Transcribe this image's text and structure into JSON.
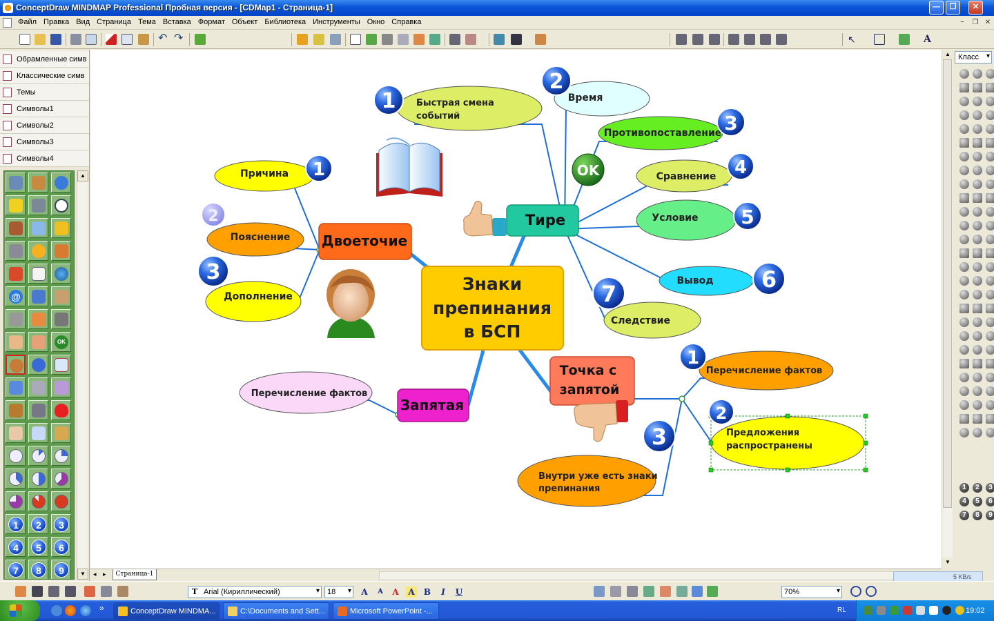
{
  "window": {
    "title": "ConceptDraw MINDMAP Professional Пробная версия - [CDMap1 - Страница-1]"
  },
  "window_controls": {
    "minimize": "—",
    "maximize": "❐",
    "close": "✕"
  },
  "mdi_controls": {
    "minimize": "−",
    "restore": "❐",
    "close": "✕"
  },
  "menu": [
    "Файл",
    "Правка",
    "Вид",
    "Страница",
    "Тема",
    "Вставка",
    "Формат",
    "Объект",
    "Библиотека",
    "Инструменты",
    "Окно",
    "Справка"
  ],
  "library_items": [
    "Обрамленные симв",
    "Классические симв",
    "Темы",
    "Символы1",
    "Символы2",
    "Символы3",
    "Символы4"
  ],
  "icon_grid": {
    "numbers": [
      "1",
      "2",
      "3",
      "4",
      "5",
      "6",
      "7",
      "8",
      "9"
    ],
    "ok_label": "OK"
  },
  "right_palette": {
    "class_label": "Класс",
    "numbers": [
      "1",
      "2",
      "3",
      "4",
      "5",
      "6",
      "7",
      "8",
      "9"
    ]
  },
  "page_tab": "Страница-1",
  "format_bar": {
    "font_name": "Arial (Кириллический)",
    "font_prefix": "T",
    "font_size": "18",
    "bold": "B",
    "italic": "I",
    "underline": "U",
    "zoom": "70%"
  },
  "transfer_rate": "5 KB/s",
  "mindmap": {
    "central": [
      "Знаки",
      "препинания",
      "в БСП"
    ],
    "branches": {
      "dvoetochie": "Двоеточие",
      "tire": "Тире",
      "zapyataya": "Запятая",
      "tochka_s_zapyatoy": [
        "Точка с",
        "запятой"
      ]
    },
    "leaves": {
      "prichina": "Причина",
      "poyasnenie": "Пояснение",
      "dopolnenie": "Дополнение",
      "bystraya_smena": [
        "Быстрая смена",
        "событий"
      ],
      "vremya": "Время",
      "protivopostavlenie": "Противопоставление",
      "sravnenie": "Сравнение",
      "uslovie": "Условие",
      "vyvod": "Вывод",
      "sledstvie": "Следствие",
      "perechislenie_zap": "Перечисление фактов",
      "perechislenie_toch": "Перечисление фактов",
      "predlozheniya": [
        "Предложения",
        "распространены"
      ],
      "vnutri": [
        "Внутри уже есть знаки",
        "препинания"
      ]
    },
    "badges": [
      "1",
      "2",
      "3",
      "4",
      "5",
      "6",
      "7"
    ],
    "ok_label": "OK"
  },
  "taskbar": {
    "tasks": [
      "ConceptDraw MINDMA...",
      "C:\\Documents and Sett...",
      "Microsoft PowerPoint -..."
    ],
    "quick_launch_more": "»",
    "language": "RL",
    "time": "19:02"
  },
  "colors": {
    "title_bar": "#0a55d8",
    "central_fill": "#ffcc00",
    "dvoetochie_fill": "#ff6a1a",
    "tire_fill": "#22c9a0",
    "zapyataya_fill": "#ee22cc",
    "tochka_fill": "#ff7a5a",
    "connector": "#1e6ed8",
    "badge_blue": "#1a52d0"
  }
}
